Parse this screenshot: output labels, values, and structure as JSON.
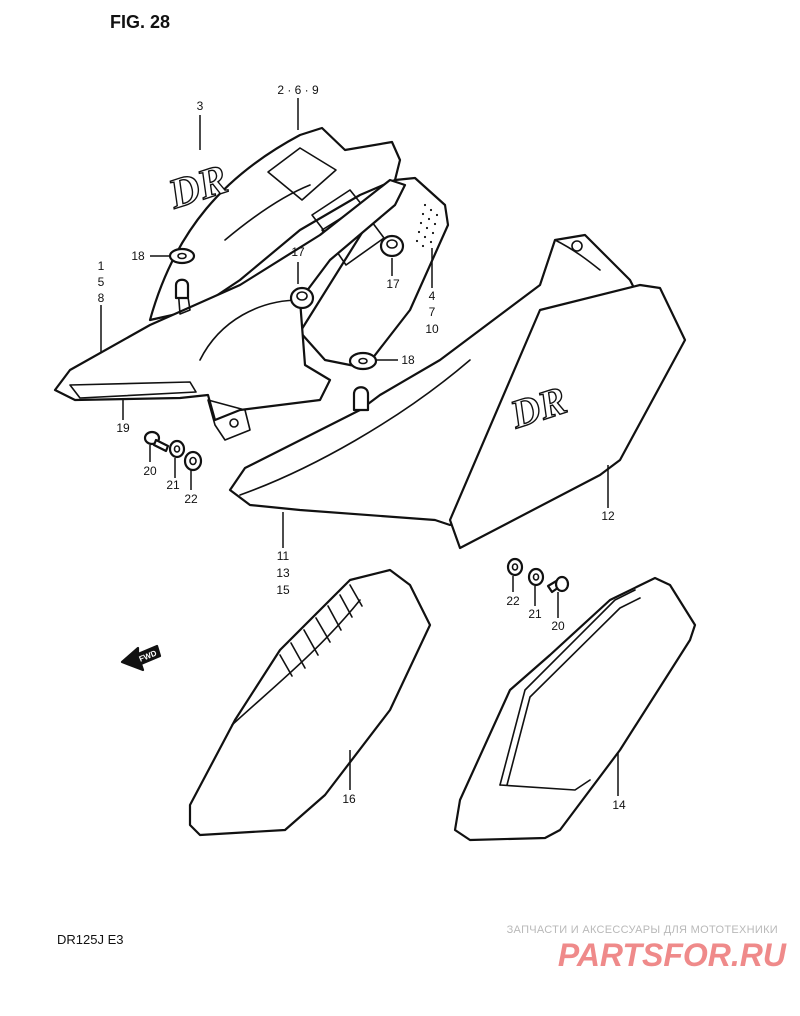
{
  "figure": {
    "title": "FIG. 28",
    "model": "DR125J  E3"
  },
  "logos": {
    "tank_decal": "DR",
    "side_cover_decal": "DR"
  },
  "fwd_arrow": {
    "text": "FWD",
    "icon": "forward-arrow-icon"
  },
  "watermark": {
    "top_text": "ЗАПЧАСТИ И АКСЕССУАРЫ ДЛЯ МОТОТЕХНИКИ",
    "brand": "PARTSFOR.RU"
  },
  "callouts": {
    "c_3": "3",
    "c_2_6_9": "2 · 6 · 9",
    "c_18a": "18",
    "c_1": "1",
    "c_5": "5",
    "c_8": "8",
    "c_17a": "17",
    "c_17b": "17",
    "c_4": "4",
    "c_7": "7",
    "c_10": "10",
    "c_18b": "18",
    "c_19": "19",
    "c_20a": "20",
    "c_21a": "21",
    "c_22a": "22",
    "c_12": "12",
    "c_11": "11",
    "c_13": "13",
    "c_15": "15",
    "c_22b": "22",
    "c_21b": "21",
    "c_20b": "20",
    "c_16": "16",
    "c_14": "14"
  },
  "colors": {
    "line": "#111111",
    "watermark_brand": "#ef8a8a",
    "watermark_text": "#b9b9b9"
  }
}
